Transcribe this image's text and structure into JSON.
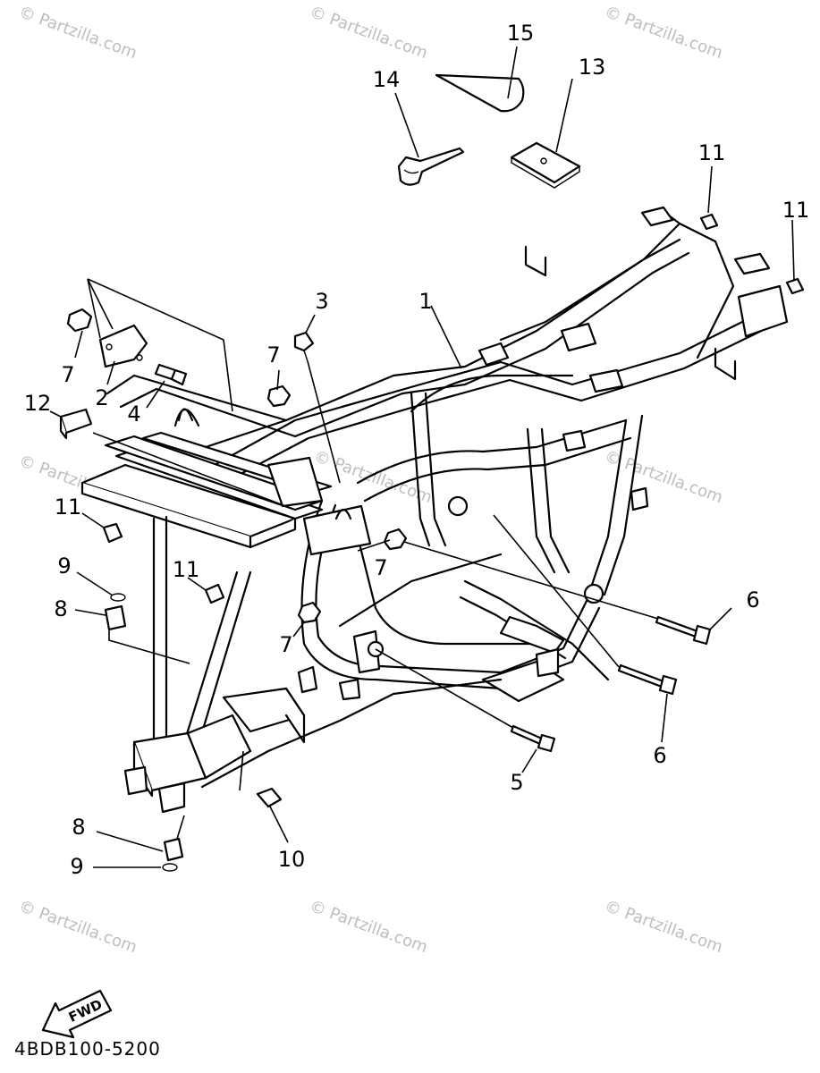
{
  "watermark": "© Partzilla.com",
  "diagram_code": "4BDB100-5200",
  "fwd_label": "FWD",
  "callouts": {
    "c1": "1",
    "c2": "2",
    "c3": "3",
    "c4": "4",
    "c5": "5",
    "c6a": "6",
    "c6b": "6",
    "c7a": "7",
    "c7b": "7",
    "c7c": "7",
    "c7d": "7",
    "c8a": "8",
    "c8b": "8",
    "c9a": "9",
    "c9b": "9",
    "c10": "10",
    "c11a": "11",
    "c11b": "11",
    "c11c": "11",
    "c11d": "11",
    "c12": "12",
    "c13": "13",
    "c14": "14",
    "c15": "15"
  }
}
